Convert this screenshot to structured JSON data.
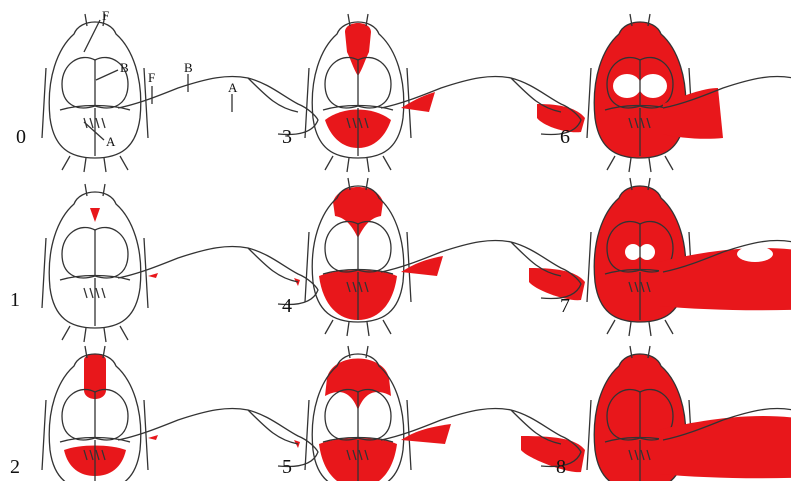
{
  "diagram": {
    "key_labels": {
      "f": "F",
      "b": "B",
      "a": "A"
    },
    "panels": [
      {
        "number": "0",
        "stage": 0
      },
      {
        "number": "1",
        "stage": 1
      },
      {
        "number": "2",
        "stage": 2
      },
      {
        "number": "3",
        "stage": 3
      },
      {
        "number": "4",
        "stage": 4
      },
      {
        "number": "5",
        "stage": 5
      },
      {
        "number": "6",
        "stage": 6
      },
      {
        "number": "7",
        "stage": 7
      },
      {
        "number": "8",
        "stage": 8
      }
    ],
    "colors": {
      "outline": "#333333",
      "colonized": "#e8171b",
      "background": "#ffffff"
    }
  }
}
